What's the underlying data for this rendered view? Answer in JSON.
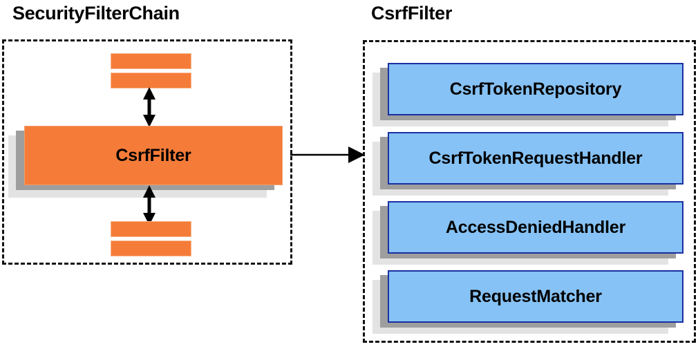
{
  "diagram": {
    "type": "architecture-component-diagram",
    "background_color": "#ffffff",
    "panels": [
      {
        "id": "security-filter-chain",
        "title": "SecurityFilterChain",
        "border_style": "dashed",
        "border_color": "#111111",
        "components": [
          {
            "id": "filter-stub-top-1",
            "label": "",
            "shape": "bar",
            "color": "#f57c38"
          },
          {
            "id": "filter-stub-top-2",
            "label": "",
            "shape": "bar",
            "color": "#f57c38"
          },
          {
            "id": "csrf-filter",
            "label": "CsrfFilter",
            "shape": "box",
            "color": "#f57c38"
          },
          {
            "id": "filter-stub-bottom-1",
            "label": "",
            "shape": "bar",
            "color": "#f57c38"
          },
          {
            "id": "filter-stub-bottom-2",
            "label": "",
            "shape": "bar",
            "color": "#f57c38"
          }
        ],
        "connectors": [
          {
            "id": "chain-link-above",
            "kind": "double-headed-vertical-arrow"
          },
          {
            "id": "chain-link-below",
            "kind": "double-headed-vertical-arrow"
          }
        ]
      },
      {
        "id": "csrf-filter-detail",
        "title": "CsrfFilter",
        "border_style": "dashed",
        "border_color": "#111111",
        "components": [
          {
            "id": "csrf-token-repository",
            "label": "CsrfTokenRepository",
            "shape": "box",
            "color": "#86c2f5"
          },
          {
            "id": "csrf-token-request-handler",
            "label": "CsrfTokenRequestHandler",
            "shape": "box",
            "color": "#86c2f5"
          },
          {
            "id": "access-denied-handler",
            "label": "AccessDeniedHandler",
            "shape": "box",
            "color": "#86c2f5"
          },
          {
            "id": "request-matcher",
            "label": "RequestMatcher",
            "shape": "box",
            "color": "#86c2f5"
          }
        ]
      }
    ],
    "connector_between_panels": {
      "id": "expand-arrow",
      "kind": "single-headed-horizontal-arrow",
      "from": "security-filter-chain",
      "to": "csrf-filter-detail",
      "color": "#000000"
    },
    "colors": {
      "orange": "#f57c38",
      "orange_border": "#f0a070",
      "blue": "#86c2f5",
      "blue_border": "#1b2fa0",
      "shadow_dark": "#9e9e9e",
      "shadow_light": "#e3e3e3",
      "text": "#000000",
      "dashed_border": "#111111"
    }
  }
}
